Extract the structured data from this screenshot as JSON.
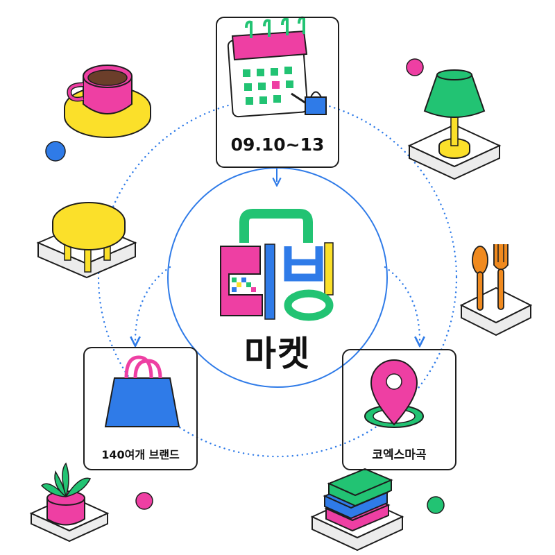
{
  "event": {
    "title_logo": "리빙",
    "title_sub": "마켓",
    "dates": "09.10~13",
    "brands": "140여개 브랜드",
    "venue": "코엑스마곡"
  },
  "colors": {
    "pink": "#ee3fa3",
    "green": "#22c373",
    "blue": "#2f7be8",
    "yellow": "#fbe02a",
    "orange": "#f08a1f",
    "ink": "#1d1d1d"
  }
}
